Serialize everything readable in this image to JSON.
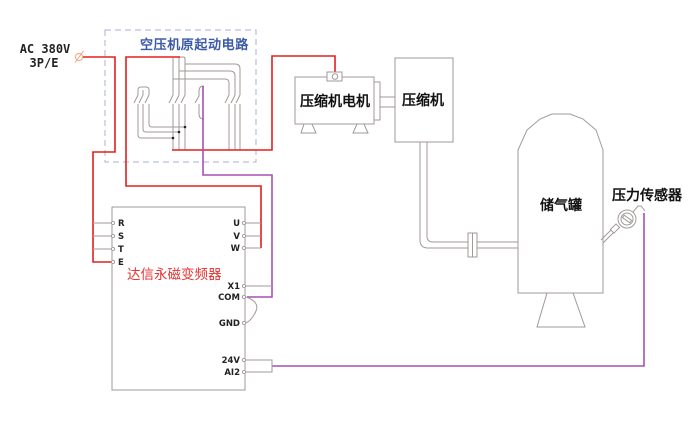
{
  "source": {
    "line1": "AC 380V",
    "line2": "3P/E"
  },
  "starter_box": {
    "title": "空压机原起动电路"
  },
  "motor": {
    "label": "压缩机电机"
  },
  "compressor": {
    "label": "压缩机"
  },
  "tank": {
    "label": "储气罐"
  },
  "sensor": {
    "label": "压力传感器"
  },
  "vfd": {
    "label": "达信永磁变频器",
    "input_terminals": [
      "R",
      "S",
      "T",
      "E"
    ],
    "output_terminals": [
      "U",
      "V",
      "W"
    ],
    "control_terminals": [
      "X1",
      "COM",
      "GND",
      "24V",
      "AI2"
    ]
  },
  "colors": {
    "power_wire": "#e0201e",
    "signal_wire": "#a651b0",
    "outline": "#a09a98",
    "starter_title": "#3a5aa8",
    "vfd_label": "#e83030",
    "source_symbol": "#f3a37a"
  }
}
